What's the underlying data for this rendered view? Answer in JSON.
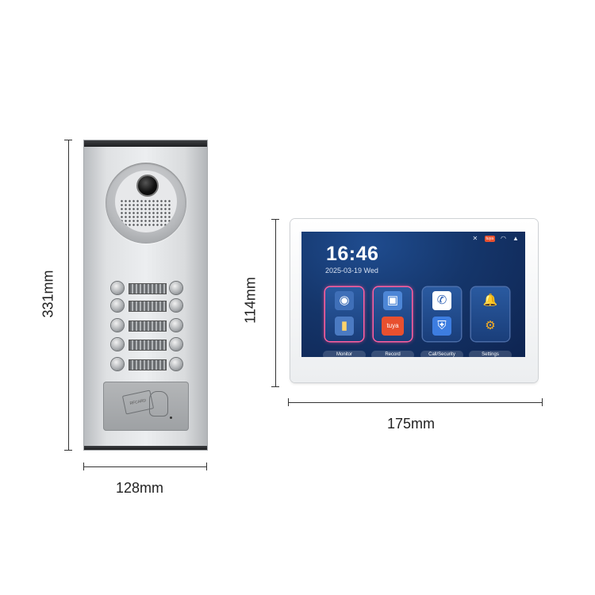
{
  "dimensions": {
    "panel_height": "331mm",
    "panel_width": "128mm",
    "monitor_height": "114mm",
    "monitor_width": "175mm"
  },
  "door_panel": {
    "rfid_label": "RFCARD"
  },
  "monitor": {
    "time": "16:46",
    "date": "2025-03-19 Wed",
    "status_badge": "tuya",
    "tiles": [
      {
        "label": "Monitor",
        "icon_top": "camera-icon",
        "icon_bottom": "video-door-icon"
      },
      {
        "label": "Record",
        "icon_top": "image-icon",
        "icon_bottom": "tuya-icon",
        "tuya_text": "tuya"
      },
      {
        "label": "Call/Security",
        "icon_top": "phone-icon",
        "icon_bottom": "shield-icon"
      },
      {
        "label": "Settings",
        "icon_top": "bell-icon",
        "icon_bottom": "gear-icon"
      }
    ]
  },
  "colors": {
    "screen_bg": "#15366b",
    "accent_glow": "#ff5fa0",
    "status_badge": "#e8502f"
  }
}
